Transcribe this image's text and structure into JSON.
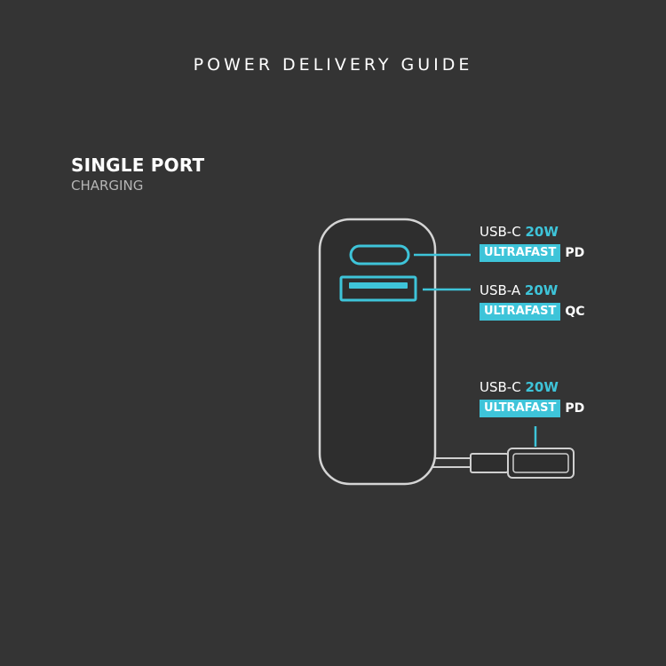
{
  "header": {
    "title": "POWER DELIVERY GUIDE"
  },
  "section": {
    "heading": "SINGLE PORT",
    "subheading": "CHARGING"
  },
  "ports": [
    {
      "name": "USB-C",
      "watt": "20W",
      "badge": "ULTRAFAST",
      "protocol": "PD"
    },
    {
      "name": "USB-A",
      "watt": "20W",
      "badge": "ULTRAFAST",
      "protocol": "QC"
    },
    {
      "name": "USB-C",
      "watt": "20W",
      "badge": "ULTRAFAST",
      "protocol": "PD"
    }
  ],
  "colors": {
    "background": "#343434",
    "accent": "#3ec4d9",
    "outline": "#d0d0d0"
  }
}
